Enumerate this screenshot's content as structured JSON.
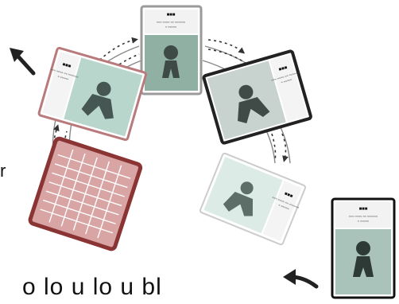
{
  "cards": [
    {
      "id": "card-top",
      "title": "■■■",
      "subtitle": "≈≈≈ ≈≈≈≈ ≈≈ ≈≈≈≈≈≈",
      "subtitle2": "≈ ≈≈≈≈≈",
      "frame": "#9a9a9a",
      "accent": "#8fb0a2"
    },
    {
      "id": "card-left",
      "title": "■■■",
      "subtitle": "≈≈≈ ≈≈≈≈ ≈≈ ≈≈≈≈≈≈",
      "subtitle2": "≈ ≈≈≈≈≈",
      "frame": "#b87a7a",
      "accent": "#b9d6cc"
    },
    {
      "id": "card-right",
      "title": "■■■",
      "subtitle": "≈≈≈ ≈≈≈≈ ≈≈ ≈≈≈≈≈≈",
      "subtitle2": "≈ ≈≈≈≈≈",
      "frame": "#222222",
      "accent": "#c8d2cf"
    },
    {
      "id": "card-bottom-right",
      "title": "■■■",
      "subtitle": "≈≈≈ ≈≈≈≈ ≈≈ ≈≈≈≈≈≈",
      "subtitle2": "≈ ≈≈≈≈≈",
      "frame": "#cccccc",
      "accent": "#dcebe6"
    },
    {
      "id": "card-corner",
      "title": "■■■",
      "subtitle": "≈≈≈ ≈≈≈≈ ≈≈ ≈≈≈≈≈≈",
      "subtitle2": "≈ ≈≈≈≈≈",
      "frame": "#111111",
      "accent": "#a9c3bb"
    }
  ],
  "grid_card": {
    "frame": "#8a3434",
    "fill": "#d9a4a4",
    "grid_color": "#ffffff",
    "rows": 8,
    "cols": 6
  },
  "cut_text": {
    "left": "r",
    "bottom": "o  lo u  lo   u   bl"
  },
  "colors": {
    "arrow": "#333333",
    "track": "#888888"
  }
}
